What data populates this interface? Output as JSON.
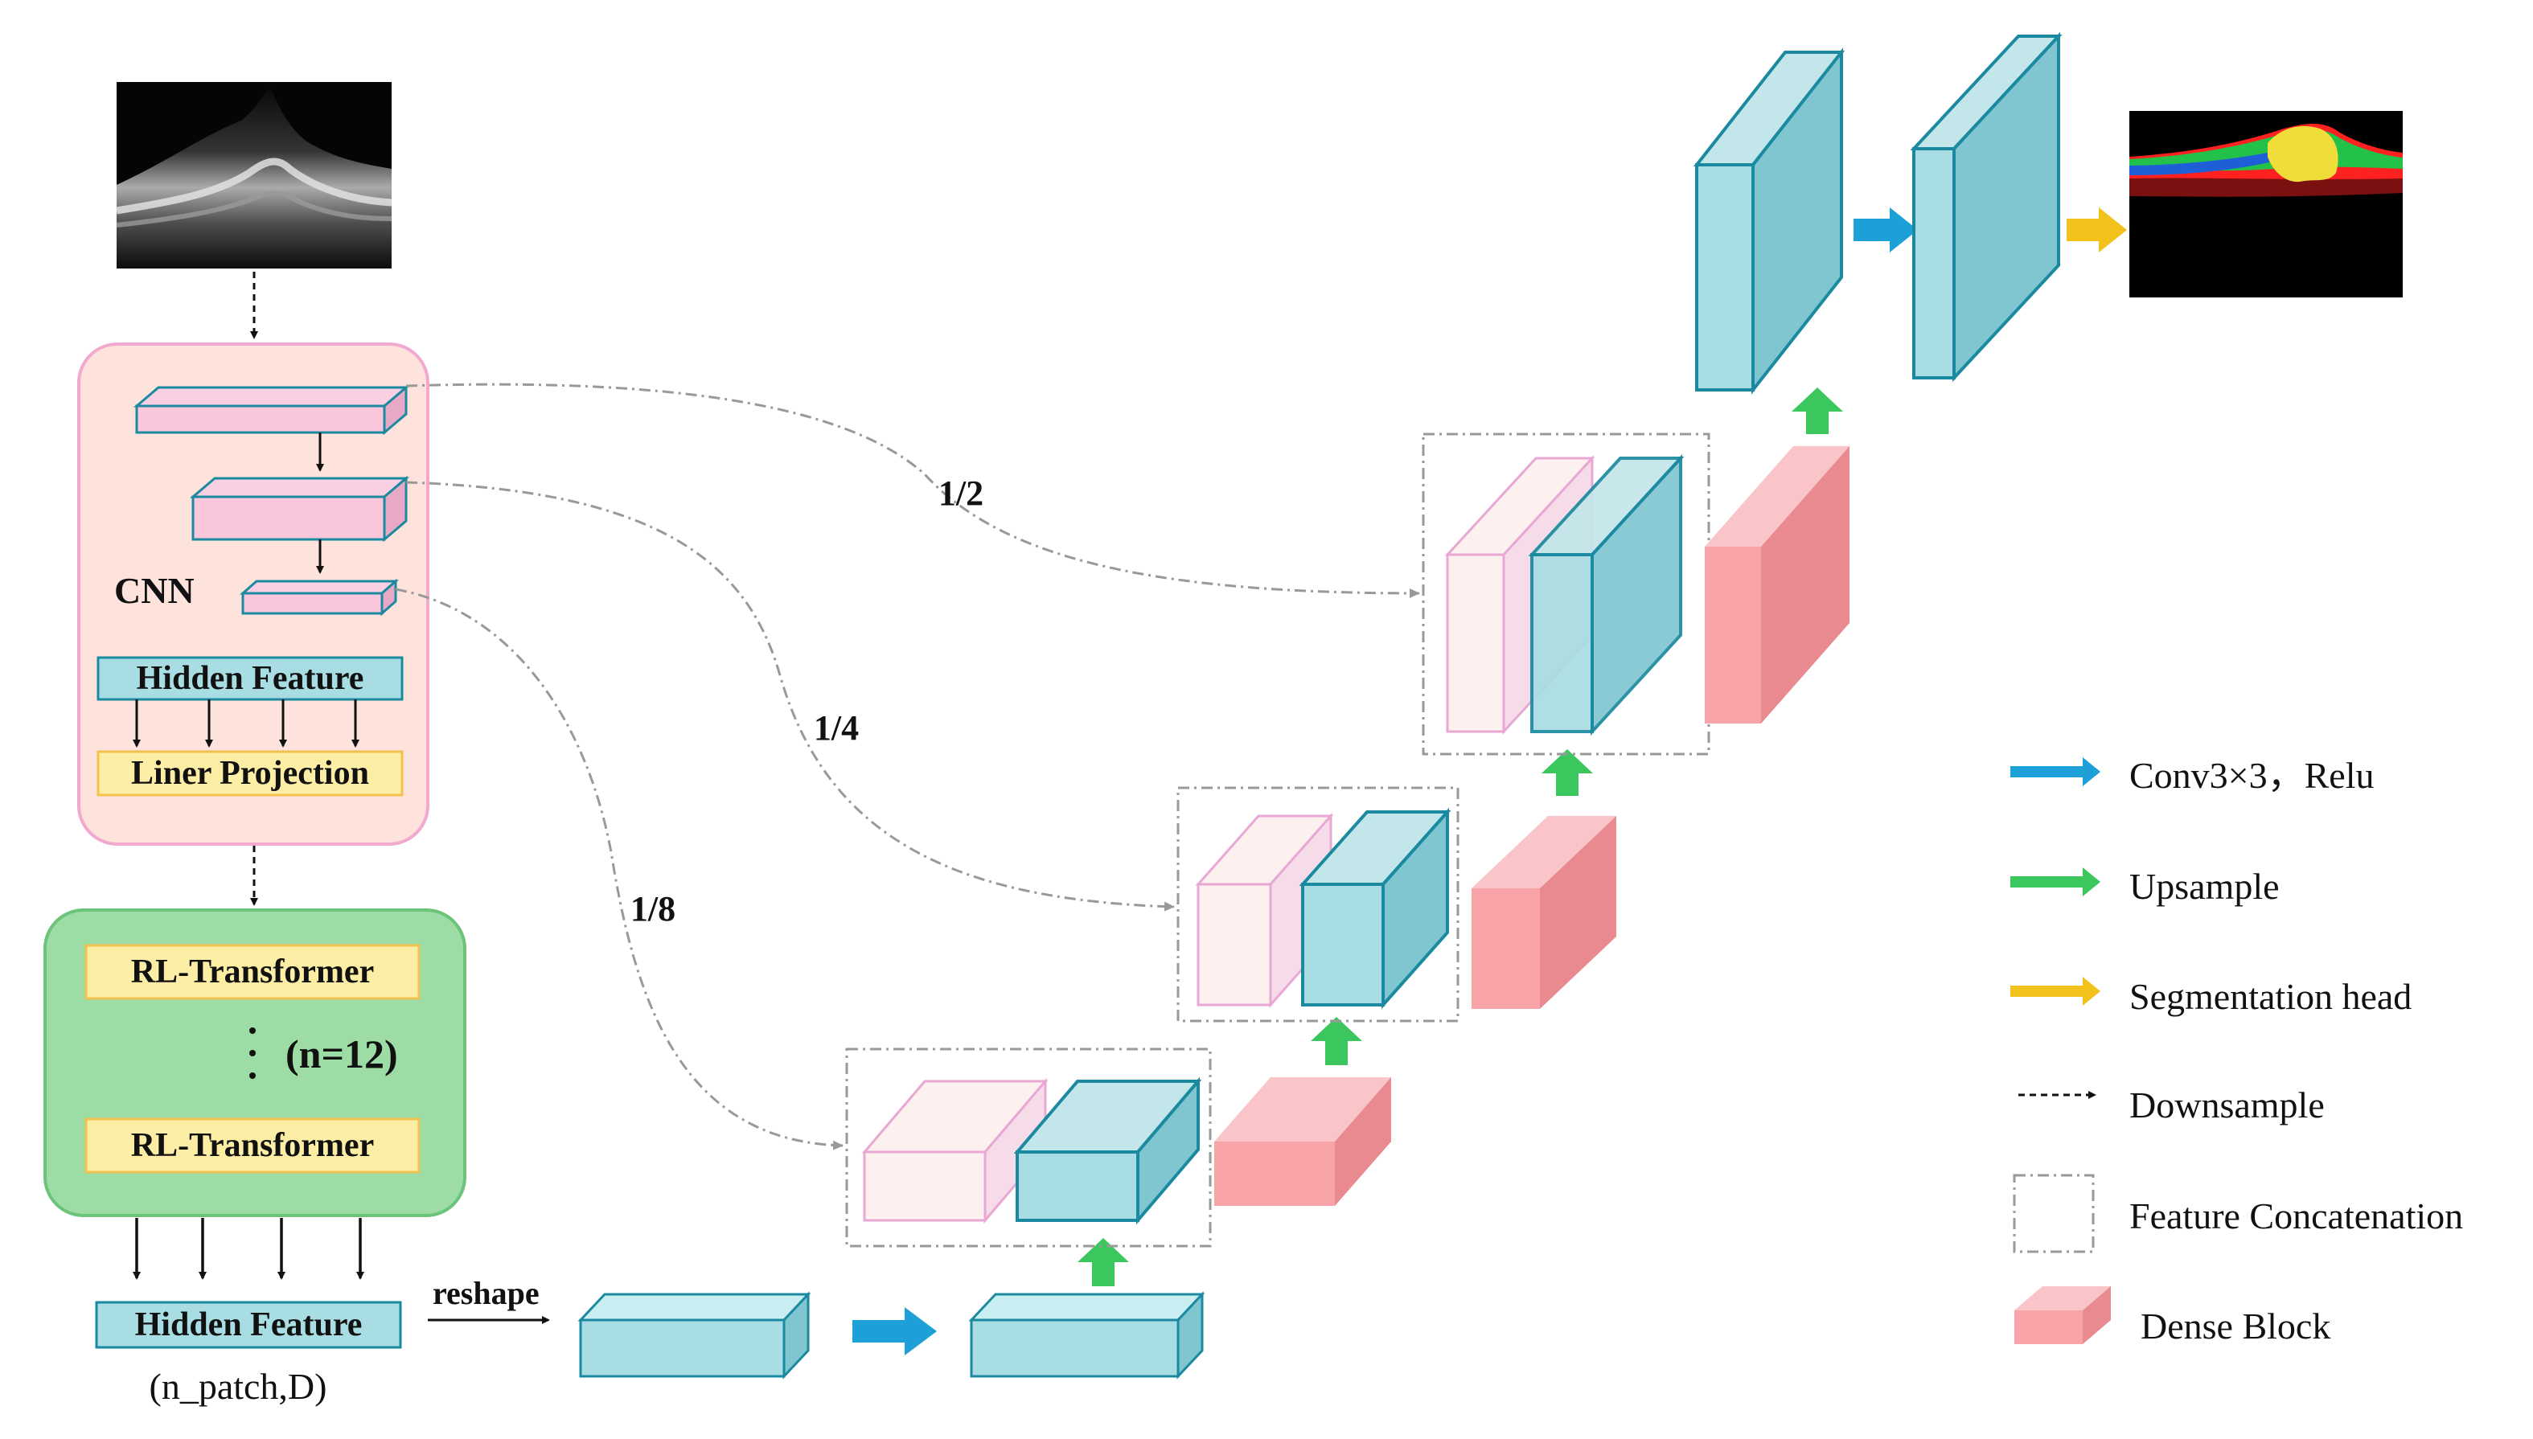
{
  "encoder": {
    "cnn_label": "CNN",
    "hidden_feature_label": "Hidden Feature",
    "liner_projection_label": "Liner Projection"
  },
  "transformer": {
    "block_top_label": "RL-Transformer",
    "block_bottom_label": "RL-Transformer",
    "repeat_label": "(n=12)"
  },
  "output_feature": {
    "label": "Hidden Feature",
    "shape_label": "(n_patch,D)",
    "reshape_label": "reshape"
  },
  "skips": {
    "half": "1/2",
    "quarter": "1/4",
    "eighth": "1/8"
  },
  "legend": {
    "items": [
      {
        "label": "Conv3×3，Relu",
        "icon": "blue-arrow-icon"
      },
      {
        "label": "Upsample",
        "icon": "green-arrow-icon"
      },
      {
        "label": "Segmentation head",
        "icon": "yellow-arrow-icon"
      },
      {
        "label": "Downsample",
        "icon": "dashed-arrow-icon"
      },
      {
        "label": "Feature Concatenation",
        "icon": "dashed-box-icon"
      },
      {
        "label": "Dense Block",
        "icon": "pink-block-icon"
      }
    ]
  },
  "colors": {
    "encoder_bg": "#fde3dc",
    "encoder_border": "#f1a9d0",
    "transformer_bg": "#9ddca4",
    "transformer_border": "#6cc37a",
    "label_yellow": "#fdeea6",
    "label_yellow_border": "#f2c14e",
    "teal": "#a8dde3",
    "teal_dark": "#1b8aa0",
    "pink_block": "#f7a3a8",
    "pink_feature": "#fbd2e6",
    "conv_arrow": "#1d9fd8",
    "upsample_arrow": "#3cc75e",
    "seg_arrow": "#f2c21b"
  }
}
